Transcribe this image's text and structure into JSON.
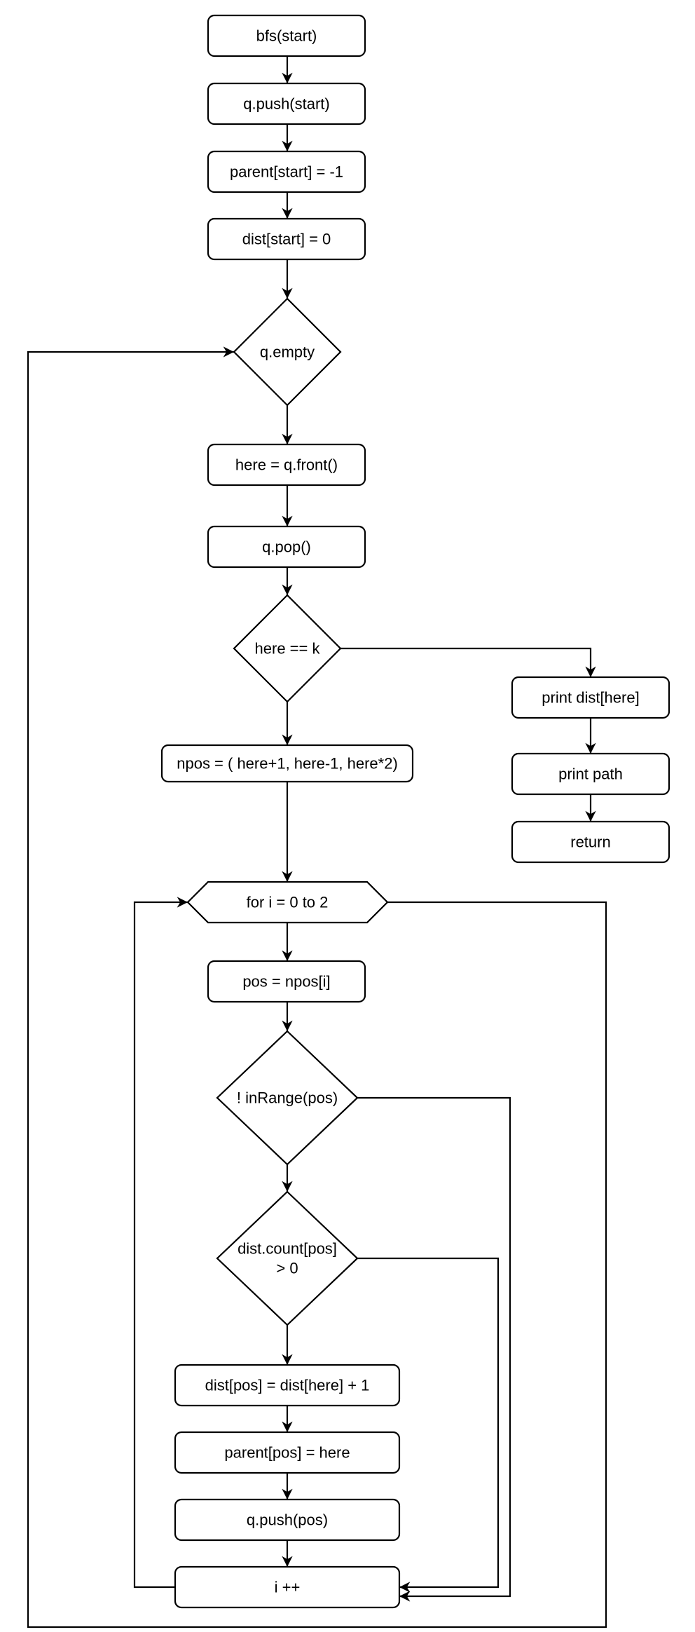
{
  "flowchart": {
    "nodes": {
      "bfs_start": "bfs(start)",
      "q_push_start": "q.push(start)",
      "parent_start": "parent[start] = -1",
      "dist_start": "dist[start] = 0",
      "q_empty": "q.empty",
      "here_front": "here = q.front()",
      "q_pop": "q.pop()",
      "here_eq_k": "here == k",
      "print_dist": "print dist[here]",
      "print_path": "print path",
      "return": "return",
      "npos": "npos = ( here+1, here-1, here*2)",
      "for_loop": "for i = 0 to 2",
      "pos_assign": "pos = npos[i]",
      "in_range": "! inRange(pos)",
      "dist_count_1": "dist.count[pos]",
      "dist_count_2": "> 0",
      "dist_pos": "dist[pos] = dist[here] + 1",
      "parent_pos": "parent[pos] = here",
      "q_push_pos": "q.push(pos)",
      "i_inc": "i ++"
    }
  }
}
